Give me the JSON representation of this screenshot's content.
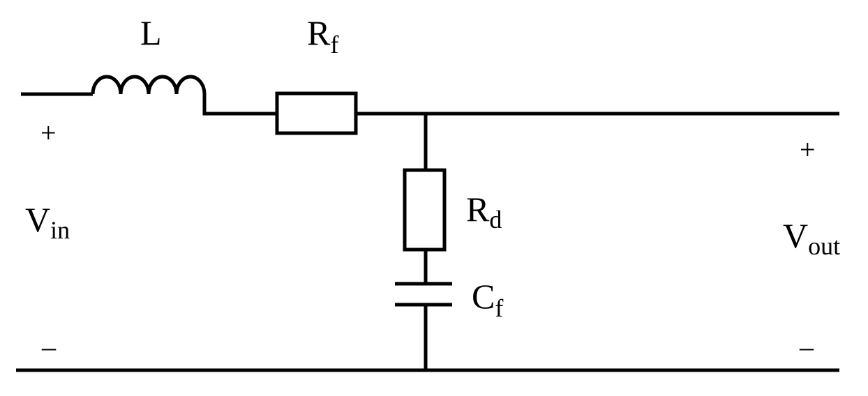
{
  "diagram": {
    "components": {
      "inductor": {
        "label": "L"
      },
      "series_resistor": {
        "label": "R",
        "subscript": "f"
      },
      "damping_resistor": {
        "label": "R",
        "subscript": "d"
      },
      "capacitor": {
        "label": "C",
        "subscript": "f"
      }
    },
    "input": {
      "label": "V",
      "subscript": "in",
      "plus": "+",
      "minus": "–"
    },
    "output": {
      "label": "V",
      "subscript": "out",
      "plus": "+",
      "minus": "–"
    },
    "colors": {
      "stroke": "#000000",
      "background": "#ffffff"
    }
  }
}
